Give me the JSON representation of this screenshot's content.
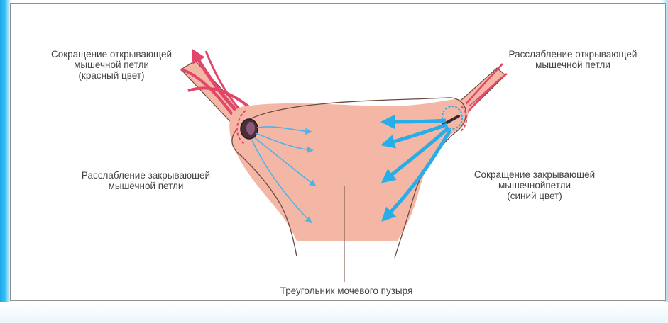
{
  "labels": {
    "open_contract": [
      "Сокращение открывающей",
      "мышечной петли",
      "(красный цвет)"
    ],
    "open_relax": [
      "Расслабление открывающей",
      "мышечной петли"
    ],
    "close_relax": [
      "Расслабление закрывающей",
      "мышечной петли"
    ],
    "close_contract": [
      "Сокращение закрывающей",
      "мышечнойпетли",
      "(синий цвет)"
    ],
    "trigone": "Треугольник мочевого пузыря"
  },
  "colors": {
    "tissue": "#f4b7a6",
    "tissue_outline": "#6b4a40",
    "muscle_red": "#e2466a",
    "arrow_blue": "#27aee8",
    "frame_accent": "#1aa6ea"
  }
}
